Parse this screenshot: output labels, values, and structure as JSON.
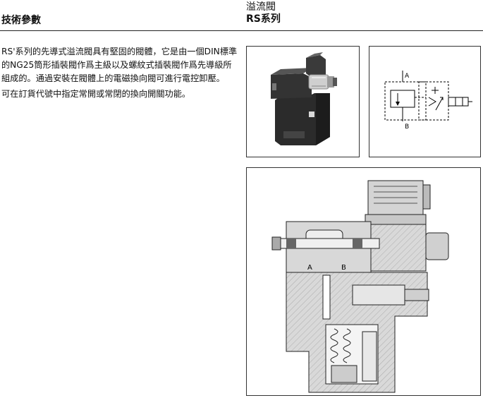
{
  "header": {
    "left_title": "技術參數",
    "right_title": "溢流閥",
    "right_subtitle": "RS系列"
  },
  "body": {
    "paragraph1": "RS'系列的先導式溢流閥具有堅固的閥體，它是由一個DIN標準的NG25筒形插裝閥作爲主級以及螺紋式插裝閥作爲先導級所組成的。通過安裝在閥體上的電磁換向閥可進行電控卸壓。",
    "paragraph2": "可在訂貨代號中指定常開或常閉的換向開關功能。"
  },
  "symbol": {
    "port_a": "A",
    "port_b": "B"
  },
  "section": {
    "port_a": "A",
    "port_b": "B"
  }
}
